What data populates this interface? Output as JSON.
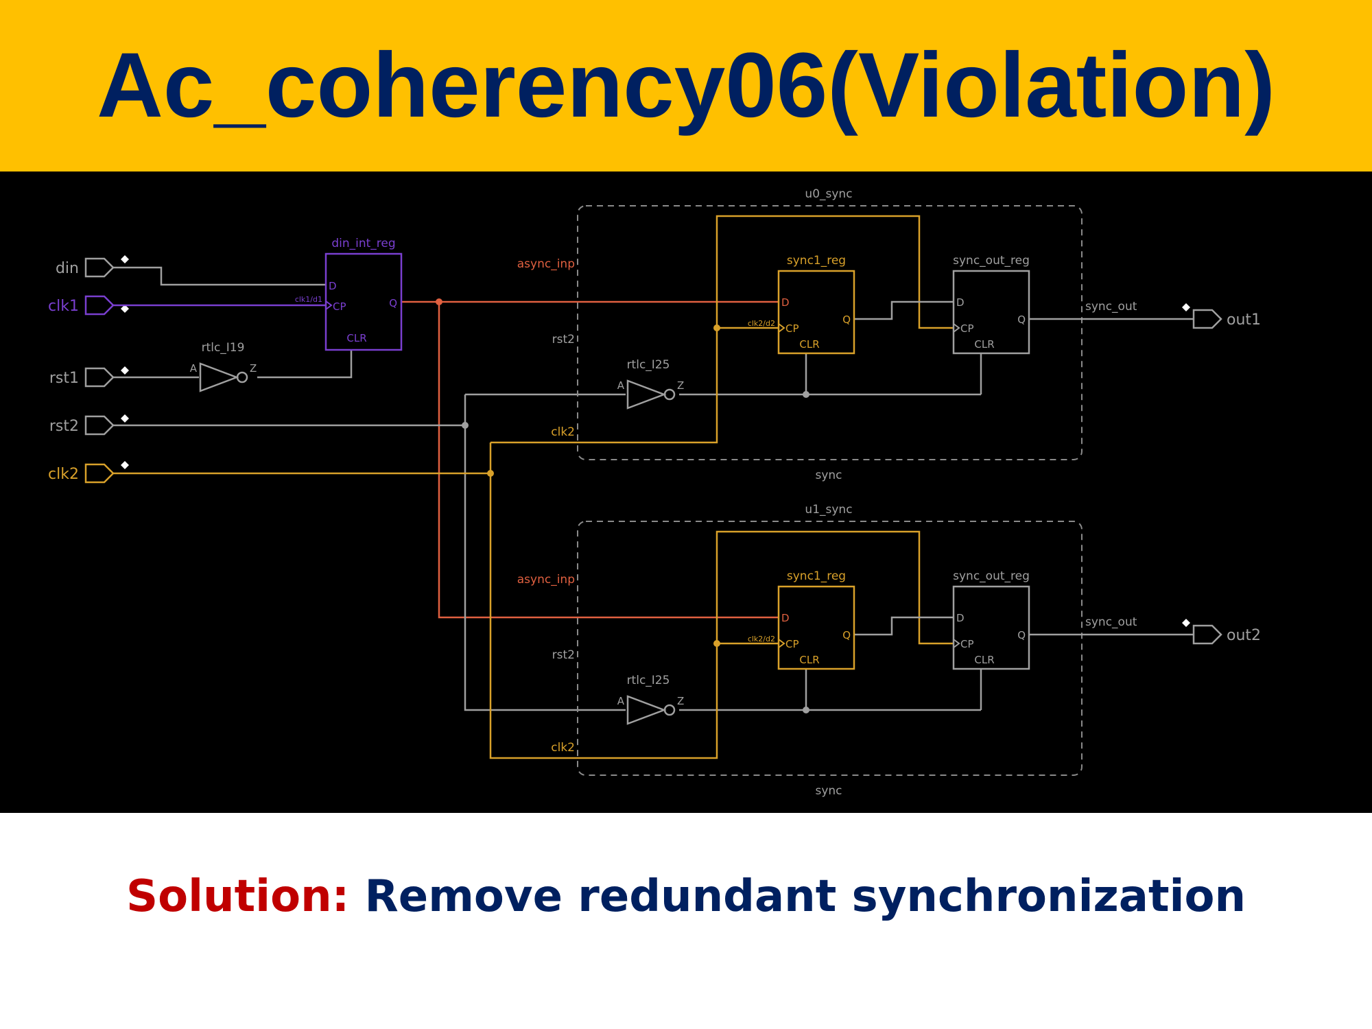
{
  "title": "Ac_coherency06(Violation)",
  "colors": {
    "title_bar": "#ffc000",
    "title_text": "#002060",
    "solution_label": "#c00000",
    "solution_text": "#002060",
    "background": "#000000",
    "wire_grey": "#9a9a9a",
    "clk1_purple": "#7a3fd0",
    "clk2_orange": "#d9a12a",
    "async_red": "#e06040"
  },
  "schematic": {
    "ports_in": [
      "din",
      "clk1",
      "rst1",
      "rst2",
      "clk2"
    ],
    "ports_out": [
      "out1",
      "out2"
    ],
    "din_reg": {
      "name": "din_int_reg",
      "pin_d": "D",
      "pin_cp": "CP",
      "pin_q": "Q",
      "pin_clr": "CLR",
      "clk_label": "clk1/d1"
    },
    "inv_top": {
      "name": "rtlc_I19",
      "pin_a": "A",
      "pin_z": "Z"
    },
    "sync_blocks": [
      {
        "instance": "u0_sync",
        "module": "sync",
        "net_async": "async_inp",
        "net_rst": "rst2",
        "net_clk": "clk2",
        "inverter": {
          "name": "rtlc_I25",
          "pin_a": "A",
          "pin_z": "Z"
        },
        "reg1": {
          "name": "sync1_reg",
          "pin_d": "D",
          "pin_cp": "CP",
          "pin_q": "Q",
          "pin_clr": "CLR",
          "clk_label": "clk2/d2"
        },
        "reg2": {
          "name": "sync_out_reg",
          "pin_d": "D",
          "pin_cp": "CP",
          "pin_q": "Q",
          "pin_clr": "CLR"
        },
        "net_out": "sync_out"
      },
      {
        "instance": "u1_sync",
        "module": "sync",
        "net_async": "async_inp",
        "net_rst": "rst2",
        "net_clk": "clk2",
        "inverter": {
          "name": "rtlc_I25",
          "pin_a": "A",
          "pin_z": "Z"
        },
        "reg1": {
          "name": "sync1_reg",
          "pin_d": "D",
          "pin_cp": "CP",
          "pin_q": "Q",
          "pin_clr": "CLR",
          "clk_label": "clk2/d2"
        },
        "reg2": {
          "name": "sync_out_reg",
          "pin_d": "D",
          "pin_cp": "CP",
          "pin_q": "Q",
          "pin_clr": "CLR"
        },
        "net_out": "sync_out"
      }
    ]
  },
  "solution": {
    "label": "Solution:",
    "text": "Remove redundant synchronization"
  }
}
